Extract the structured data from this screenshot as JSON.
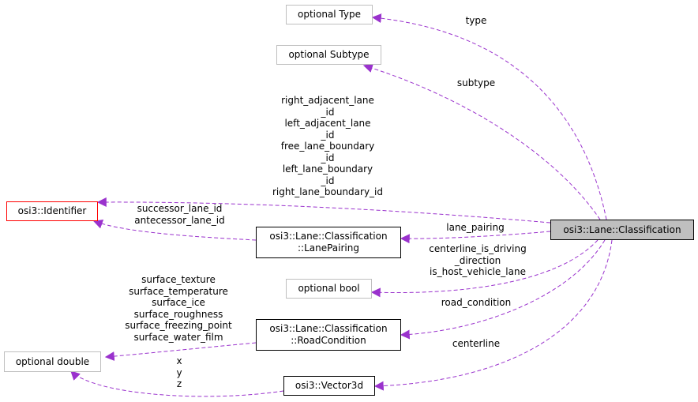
{
  "nodes": {
    "optional_type": "optional Type",
    "optional_subtype": "optional Subtype",
    "identifier": "osi3::Identifier",
    "lane_pairing": [
      "osi3::Lane::Classification",
      "::LanePairing"
    ],
    "classification": "osi3::Lane::Classification",
    "optional_bool": "optional bool",
    "road_condition": [
      "osi3::Lane::Classification",
      "::RoadCondition"
    ],
    "optional_double": "optional double",
    "vector3d": "osi3::Vector3d"
  },
  "edge_labels": {
    "type": [
      "type"
    ],
    "subtype": [
      "subtype"
    ],
    "identifier_lane_ids": [
      "right_adjacent_lane",
      "_id",
      "left_adjacent_lane",
      "_id",
      "free_lane_boundary",
      "_id",
      "left_lane_boundary",
      "_id",
      "right_lane_boundary_id"
    ],
    "pairing_ids": [
      "successor_lane_id",
      "antecessor_lane_id"
    ],
    "lane_pairing": [
      "lane_pairing"
    ],
    "bool_fields": [
      "centerline_is_driving",
      "_direction",
      "is_host_vehicle_lane"
    ],
    "road_condition": [
      "road_condition"
    ],
    "road_condition_fields": [
      "surface_texture",
      "surface_temperature",
      "surface_ice",
      "surface_roughness",
      "surface_freezing_point",
      "surface_water_film"
    ],
    "centerline": [
      "centerline"
    ],
    "vector_fields": [
      "x",
      "y",
      "z"
    ]
  },
  "colors": {
    "edge": "#9a32cd",
    "gray_border": "#bfbfbf",
    "red_border": "#ff0000",
    "focus_fill": "#bfbfbf"
  }
}
